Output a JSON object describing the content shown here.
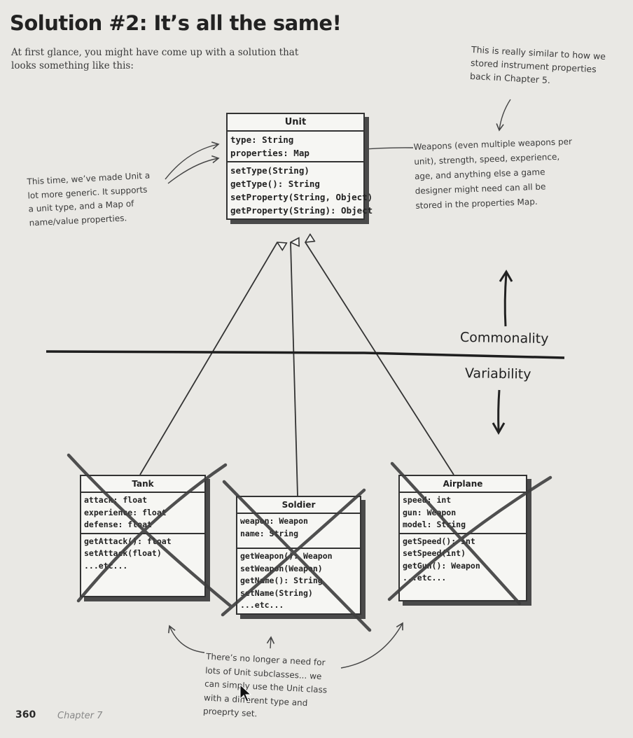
{
  "title": "Solution #2: It’s all the same!",
  "intro": "At first glance, you might have come up with a solution that looks something like this:",
  "notes": {
    "top_right": [
      "This is really similar to how we",
      "stored instrument properties",
      "back in Chapter 5."
    ],
    "right": [
      "Weapons (even multiple weapons per",
      "unit), strength, speed, experience,",
      "age, and anything else a game",
      "designer might need can all be",
      "stored in the properties Map."
    ],
    "left": [
      "This time, we’ve made Unit a",
      "lot more generic. It supports",
      "a unit type, and a Map of",
      "name/value properties."
    ],
    "bottom": [
      "There’s no longer a need for",
      "lots of Unit subclasses... we",
      "can simply use the Unit class",
      "with a different type and",
      "proeprty set."
    ]
  },
  "axis": {
    "up": "Commonality",
    "down": "Variability"
  },
  "unit": {
    "name": "Unit",
    "attributes": [
      "type: String",
      "properties: Map"
    ],
    "methods": [
      "setType(String)",
      "getType(): String",
      "setProperty(String, Object)",
      "getProperty(String): Object"
    ]
  },
  "tank": {
    "name": "Tank",
    "attributes": [
      "attack: float",
      "experience: float",
      "defense: float"
    ],
    "methods": [
      "getAttack(): float",
      "setAttack(float)",
      "...etc..."
    ]
  },
  "soldier": {
    "name": "Soldier",
    "attributes": [
      "weapon: Weapon",
      "name: String"
    ],
    "methods": [
      "getWeapon(): Weapon",
      "setWeapon(Weapon)",
      "getName(): String",
      "setName(String)",
      "...etc..."
    ]
  },
  "airplane": {
    "name": "Airplane",
    "attributes": [
      "speed: int",
      "gun: Weapon",
      "model: String"
    ],
    "methods": [
      "getSpeed(): int",
      "setSpeed(int)",
      "getGun(): Weapon",
      "...etc..."
    ]
  },
  "footer": {
    "page": "360",
    "chapter": "Chapter 7"
  }
}
